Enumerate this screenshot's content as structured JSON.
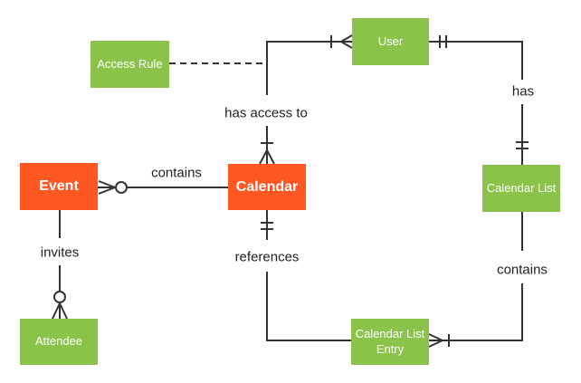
{
  "diagram_type": "entity-relationship crow's foot diagram",
  "colors": {
    "entity_green": "#8BC34A",
    "entity_orange": "#FF5722",
    "line": "#333333",
    "label_text": "#212121",
    "background": "#ffffff",
    "entity_text": "#ffffff"
  },
  "entities": {
    "user": {
      "label": "User",
      "color": "green"
    },
    "access_rule": {
      "label": "Access Rule",
      "color": "green"
    },
    "event": {
      "label": "Event",
      "color": "orange"
    },
    "calendar": {
      "label": "Calendar",
      "color": "orange"
    },
    "calendar_list": {
      "label": "Calendar List",
      "color": "green"
    },
    "attendee": {
      "label": "Attendee",
      "color": "green"
    },
    "calendar_list_entry": {
      "label": "Calendar List Entry",
      "lines": [
        "Calendar List",
        "Entry"
      ],
      "color": "green"
    }
  },
  "relationships": {
    "has_access_to": {
      "label": "has access to",
      "from": "User",
      "to": "Calendar",
      "line_style": "solid",
      "from_cardinality": "one-or-many",
      "to_cardinality": "one-or-many"
    },
    "has": {
      "label": "has",
      "from": "User",
      "to": "Calendar List",
      "line_style": "solid",
      "from_cardinality": "exactly-one",
      "to_cardinality": "exactly-one"
    },
    "contains_events": {
      "label": "contains",
      "from": "Calendar",
      "to": "Event",
      "line_style": "solid",
      "from_cardinality": "none",
      "to_cardinality": "zero-or-many"
    },
    "invites": {
      "label": "invites",
      "from": "Event",
      "to": "Attendee",
      "line_style": "solid",
      "from_cardinality": "none",
      "to_cardinality": "zero-or-many"
    },
    "references": {
      "label": "references",
      "from": "Calendar",
      "to": "Calendar List Entry",
      "line_style": "solid",
      "from_cardinality": "exactly-one",
      "to_cardinality": "none"
    },
    "contains_entries": {
      "label": "contains",
      "from": "Calendar List",
      "to": "Calendar List Entry",
      "line_style": "solid",
      "from_cardinality": "none",
      "to_cardinality": "one-or-many"
    },
    "access_rule_connector": {
      "label": "",
      "from": "Access Rule",
      "to": "has access to relationship",
      "line_style": "dashed",
      "from_cardinality": "none",
      "to_cardinality": "none"
    }
  }
}
